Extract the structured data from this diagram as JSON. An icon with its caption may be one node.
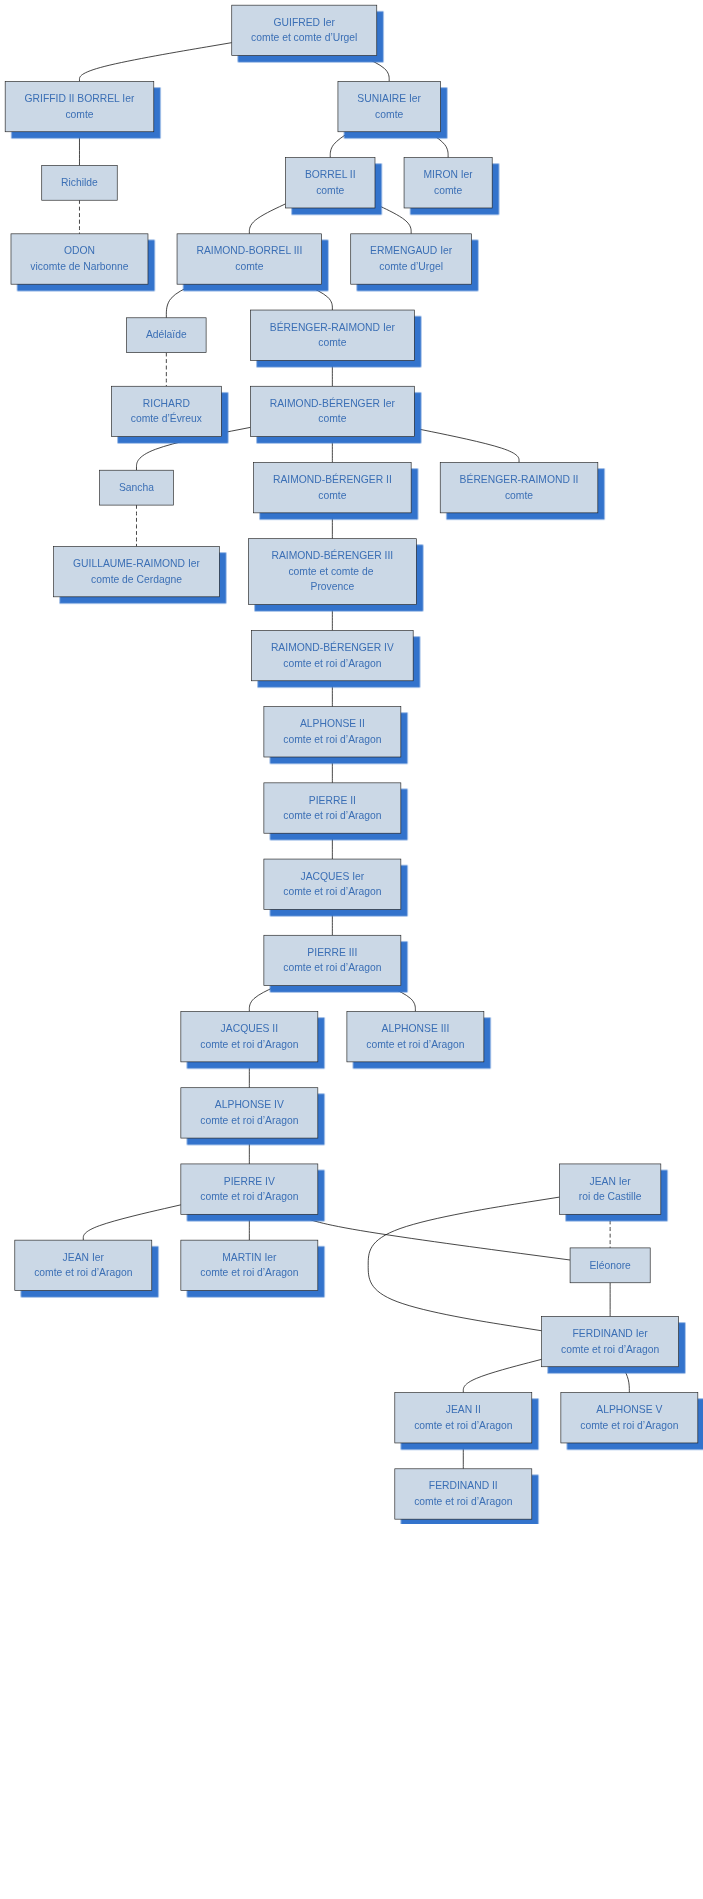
{
  "diagram": {
    "nodes": [
      {
        "text": [
          "GUIFRED Ier",
          "comte et comte d’Urgel"
        ]
      },
      {
        "text": [
          "SUNIAIRE Ier",
          "comte"
        ]
      },
      {
        "text": [
          "GRIFFID II BORREL Ier",
          "comte"
        ]
      },
      {
        "text": [
          "MIRON Ier",
          "comte"
        ]
      },
      {
        "text": [
          "BORREL II",
          "comte"
        ]
      },
      {
        "text": [
          "Richilde"
        ]
      },
      {
        "text": [
          "ODON",
          "vicomte de Narbonne"
        ]
      },
      {
        "text": [
          "ERMENGAUD Ier",
          "comte d’Urgel"
        ]
      },
      {
        "text": [
          "RAIMOND-BORREL III",
          "comte"
        ]
      },
      {
        "text": [
          "BÉRENGER-RAIMOND Ier",
          "comte"
        ]
      },
      {
        "text": [
          "Adélaïde"
        ]
      },
      {
        "text": [
          "RICHARD",
          "comte d’Évreux"
        ]
      },
      {
        "text": [
          "RAIMOND-BÉRENGER Ier",
          "comte"
        ]
      },
      {
        "text": [
          "BÉRENGER-RAIMOND II",
          "comte"
        ]
      },
      {
        "text": [
          "RAIMOND-BÉRENGER II",
          "comte"
        ]
      },
      {
        "text": [
          "Sancha"
        ]
      },
      {
        "text": [
          "GUILLAUME-RAIMOND Ier",
          "comte de Cerdagne"
        ]
      },
      {
        "text": [
          "RAIMOND-BÉRENGER III",
          "comte et comte de Provence"
        ]
      },
      {
        "text": [
          "RAIMOND-BÉRENGER IV",
          "comte et roi d’Aragon"
        ]
      },
      {
        "text": [
          "ALPHONSE II",
          "comte et roi d’Aragon"
        ]
      },
      {
        "text": [
          "PIERRE II",
          "comte et roi d’Aragon"
        ]
      },
      {
        "text": [
          "JACQUES Ier",
          "comte et roi d’Aragon"
        ]
      },
      {
        "text": [
          "PIERRE III",
          "comte et roi d’Aragon"
        ]
      },
      {
        "text": [
          "ALPHONSE III",
          "comte et roi d’Aragon"
        ]
      },
      {
        "text": [
          "JACQUES II",
          "comte et roi d’Aragon"
        ]
      },
      {
        "text": [
          "ALPHONSE IV",
          "comte et roi d’Aragon"
        ]
      },
      {
        "text": [
          "PIERRE IV",
          "comte et roi d’Aragon"
        ]
      },
      {
        "text": [
          "JEAN Ier",
          "roi de Castille"
        ]
      },
      {
        "text": [
          "Eléonore"
        ]
      },
      {
        "text": [
          "MARTIN Ier",
          "comte et roi d’Aragon"
        ]
      },
      {
        "text": [
          "JEAN Ier",
          "comte et roi d’Aragon"
        ]
      },
      {
        "text": [
          "FERDINAND Ier",
          "comte et roi d’Aragon"
        ]
      },
      {
        "text": [
          "ALPHONSE V",
          "comte et roi d’Aragon"
        ]
      },
      {
        "text": [
          "JEAN II",
          "comte et roi d’Aragon"
        ]
      },
      {
        "text": [
          "FERDINAND II",
          "comte et roi d’Aragon"
        ]
      }
    ],
    "edges": [
      {
        "from": 0,
        "to": 1,
        "arrow": "none"
      },
      {
        "from": 0,
        "to": 2,
        "arrow": "none"
      },
      {
        "from": 1,
        "to": 3,
        "arrow": "none"
      },
      {
        "from": 1,
        "to": 4,
        "arrow": "none"
      },
      {
        "from": 2,
        "to": 5,
        "arrow": "none"
      },
      {
        "from": 5,
        "to": 6,
        "arrow": "none",
        "style": "dashed"
      },
      {
        "from": 4,
        "to": 7,
        "arrow": "none"
      },
      {
        "from": 4,
        "to": 8,
        "arrow": "none"
      },
      {
        "from": 8,
        "to": 9,
        "arrow": "none"
      },
      {
        "from": 8,
        "to": 10,
        "arrow": "none"
      },
      {
        "from": 10,
        "to": 11,
        "arrow": "none",
        "style": "dashed"
      },
      {
        "from": 9,
        "to": 12,
        "arrow": "none"
      },
      {
        "from": 12,
        "to": 13,
        "arrow": "none"
      },
      {
        "from": 12,
        "to": 14,
        "arrow": "none"
      },
      {
        "from": 12,
        "to": 15,
        "arrow": "none"
      },
      {
        "from": 15,
        "to": 16,
        "arrow": "none",
        "style": "dashed"
      },
      {
        "from": 14,
        "to": 17,
        "arrow": "none"
      },
      {
        "from": 17,
        "to": 18,
        "arrow": "none"
      },
      {
        "from": 18,
        "to": 19,
        "arrow": "none"
      },
      {
        "from": 19,
        "to": 20,
        "arrow": "none"
      },
      {
        "from": 20,
        "to": 21,
        "arrow": "none"
      },
      {
        "from": 21,
        "to": 22,
        "arrow": "none"
      },
      {
        "from": 22,
        "to": 23,
        "arrow": "none"
      },
      {
        "from": 22,
        "to": 24,
        "arrow": "none"
      },
      {
        "from": 24,
        "to": 25,
        "arrow": "none"
      },
      {
        "from": 25,
        "to": 26,
        "arrow": "none"
      },
      {
        "from": 26,
        "to": 28,
        "arrow": "none"
      },
      {
        "from": 26,
        "to": 29,
        "arrow": "none"
      },
      {
        "from": 26,
        "to": 30,
        "arrow": "none"
      },
      {
        "from": 27,
        "to": 28,
        "arrow": "none",
        "style": "dashed"
      },
      {
        "from": 27,
        "to": 31,
        "arrow": "none"
      },
      {
        "from": 28,
        "to": 31,
        "arrow": "none"
      },
      {
        "from": 31,
        "to": 32,
        "arrow": "none"
      },
      {
        "from": 31,
        "to": 33,
        "arrow": "none"
      },
      {
        "from": 33,
        "to": 34,
        "arrow": "none"
      }
    ]
  }
}
